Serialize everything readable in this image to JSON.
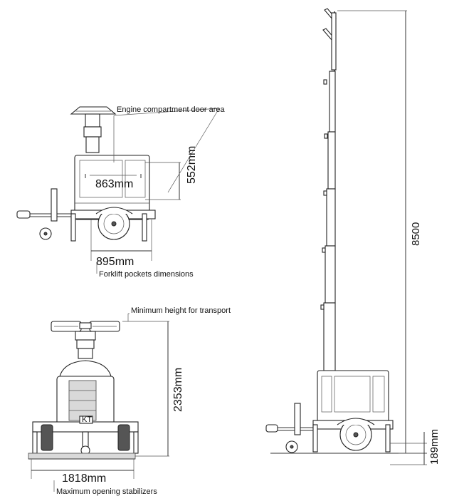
{
  "labels": {
    "engine_door": "Engine compartment door area",
    "forklift": "Forklift pockets dimensions",
    "min_height": "Minimum height for transport",
    "stabilizers": "Maximum opening stabilizers"
  },
  "dimensions": {
    "door_width": "863mm",
    "door_height": "552mm",
    "forklift_width": "895mm",
    "transport_height": "2353mm",
    "stabilizer_width": "1818mm",
    "mast_height": "8500",
    "ground_clearance": "189mm"
  },
  "plate_text": "KT"
}
